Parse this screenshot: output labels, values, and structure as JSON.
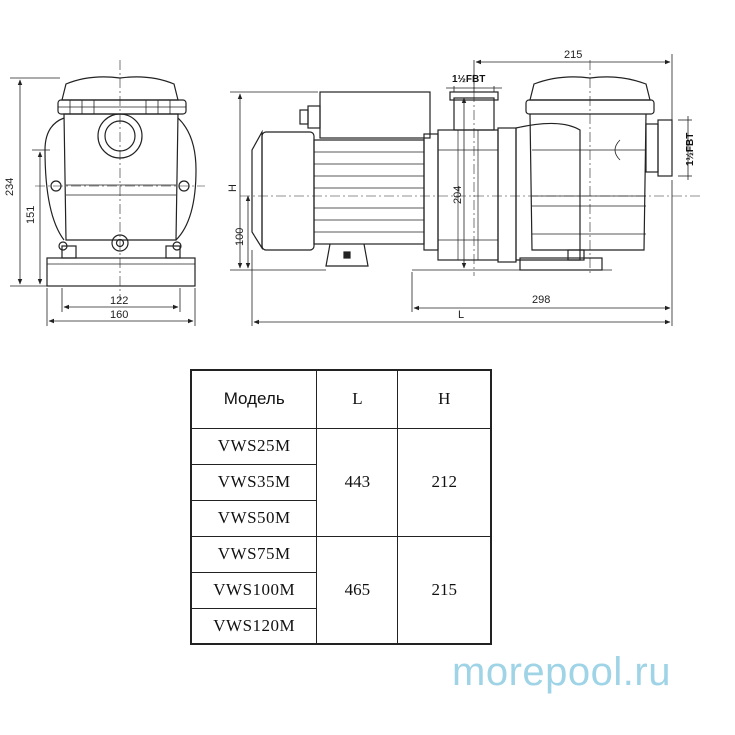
{
  "drawing": {
    "front_view": {
      "dim_total_height": "234",
      "dim_inlet_height": "151",
      "dim_base_inner_width": "122",
      "dim_base_outer_width": "160"
    },
    "side_view": {
      "dim_height_H": "H",
      "dim_shaft_height": "100",
      "dim_outlet_height": "204",
      "dim_top_width": "215",
      "dim_pump_length": "298",
      "dim_total_length_L": "L",
      "connection_top": "1½FBT",
      "connection_side": "1½FBT"
    }
  },
  "table": {
    "headers": [
      "Модель",
      "L",
      "H"
    ],
    "groups": [
      {
        "models": [
          "VWS25M",
          "VWS35M",
          "VWS50M"
        ],
        "L": "443",
        "H": "212"
      },
      {
        "models": [
          "VWS75M",
          "VWS100M",
          "VWS120M"
        ],
        "L": "465",
        "H": "215"
      }
    ]
  },
  "watermark": "morepool.ru"
}
